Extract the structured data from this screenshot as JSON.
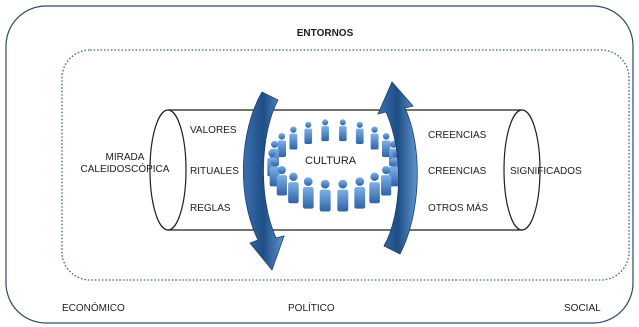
{
  "outer_title": "ENTORNOS",
  "bottom_labels": {
    "left": "ECONÓMICO",
    "middle": "POLÍTICO",
    "right": "SOCIAL"
  },
  "left_cap": {
    "line1": "MIRADA",
    "line2": "CALEIDOSCÓPICA"
  },
  "left_items": [
    "VALORES",
    "RITUALES",
    "REGLAS"
  ],
  "center_label": "CULTURA",
  "center_image": "people-circle-icon",
  "right_items": [
    "CREENCIAS",
    "CREENCIAS",
    "OTROS MÁS"
  ],
  "right_cap": "SIGNIFICADOS",
  "colors": {
    "frame": "#2b4a66",
    "dotted": "#2f5f94",
    "arrow_dark": "#1f4e85",
    "arrow_light": "#4f86c5",
    "people": "#3e7cc4"
  }
}
